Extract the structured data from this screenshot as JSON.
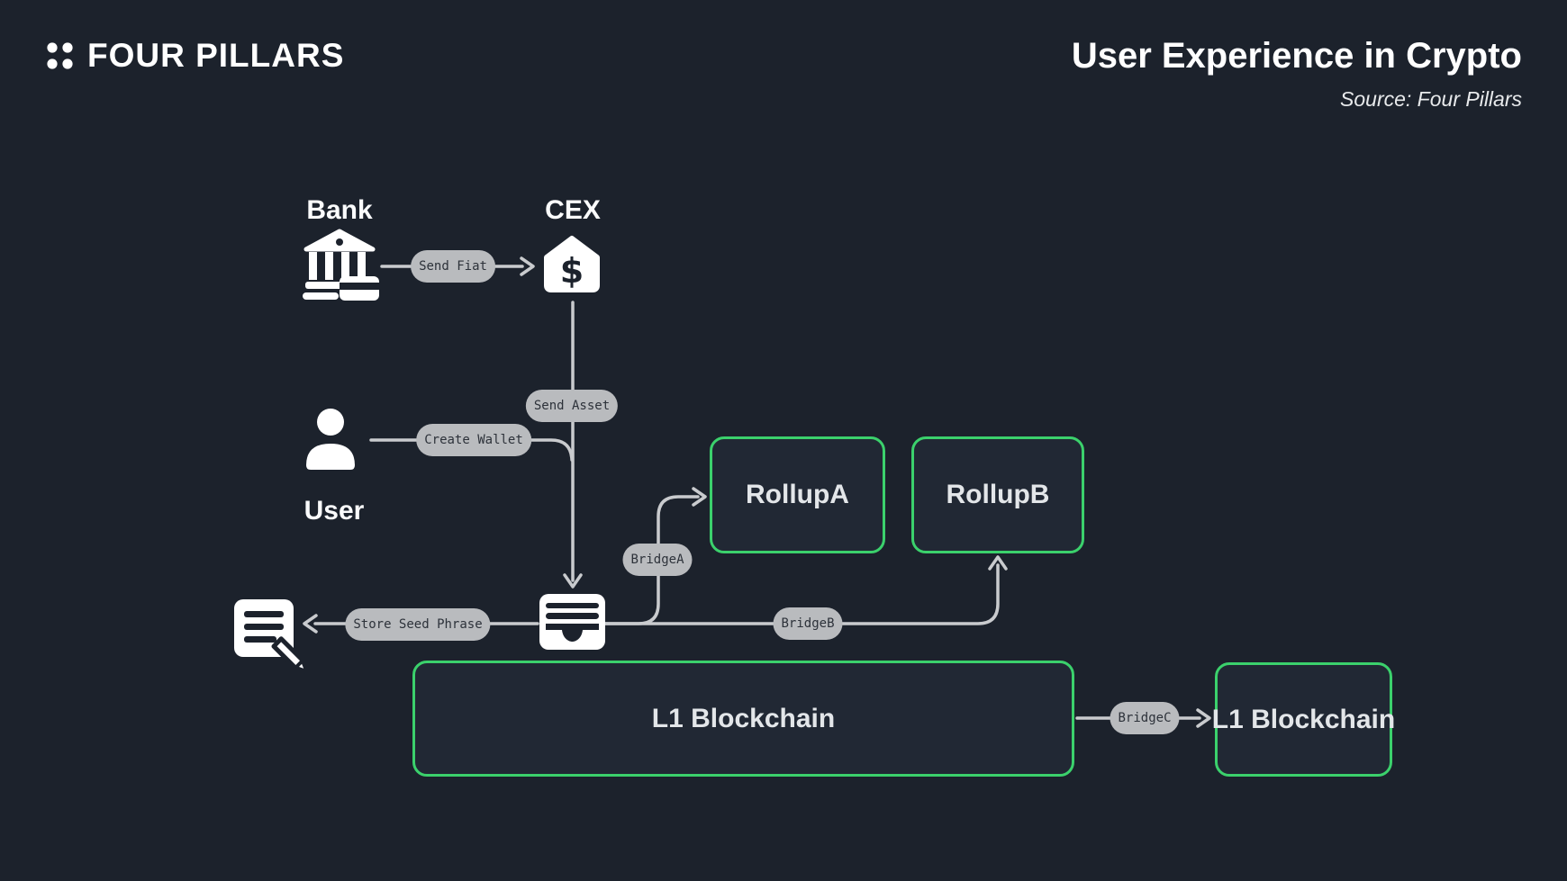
{
  "header": {
    "brand": "FOUR PILLARS",
    "title": "User Experience in Crypto",
    "source": "Source: Four Pillars"
  },
  "nodes": {
    "bank": {
      "label": "Bank"
    },
    "cex": {
      "label": "CEX"
    },
    "user": {
      "label": "User"
    },
    "rollup_a": {
      "label": "RollupA"
    },
    "rollup_b": {
      "label": "RollupB"
    },
    "l1_main": {
      "label": "L1 Blockchain"
    },
    "l1_secondary": {
      "label": "L1 Blockchain"
    }
  },
  "edges": {
    "send_fiat": {
      "label": "Send Fiat"
    },
    "send_asset": {
      "label": "Send Asset"
    },
    "create_wallet": {
      "label": "Create Wallet"
    },
    "store_seed_phrase": {
      "label": "Store Seed Phrase"
    },
    "bridge_a": {
      "label": "BridgeA"
    },
    "bridge_b": {
      "label": "BridgeB"
    },
    "bridge_c": {
      "label": "BridgeC"
    }
  },
  "icons": {
    "logo": "four-dots-logo-icon",
    "bank": "bank-building-with-card-icon",
    "cex": "house-dollar-icon",
    "user": "person-icon",
    "wallet": "wallet-icon",
    "seed_note": "note-with-pencil-icon"
  },
  "colors": {
    "background": "#1c222c",
    "node_fill": "#212834",
    "node_border_green": "#3bd16c",
    "pill_background": "#b9bbbe",
    "pill_text": "#2d323a",
    "wire": "#c9cbce",
    "text_white": "#ffffff"
  }
}
